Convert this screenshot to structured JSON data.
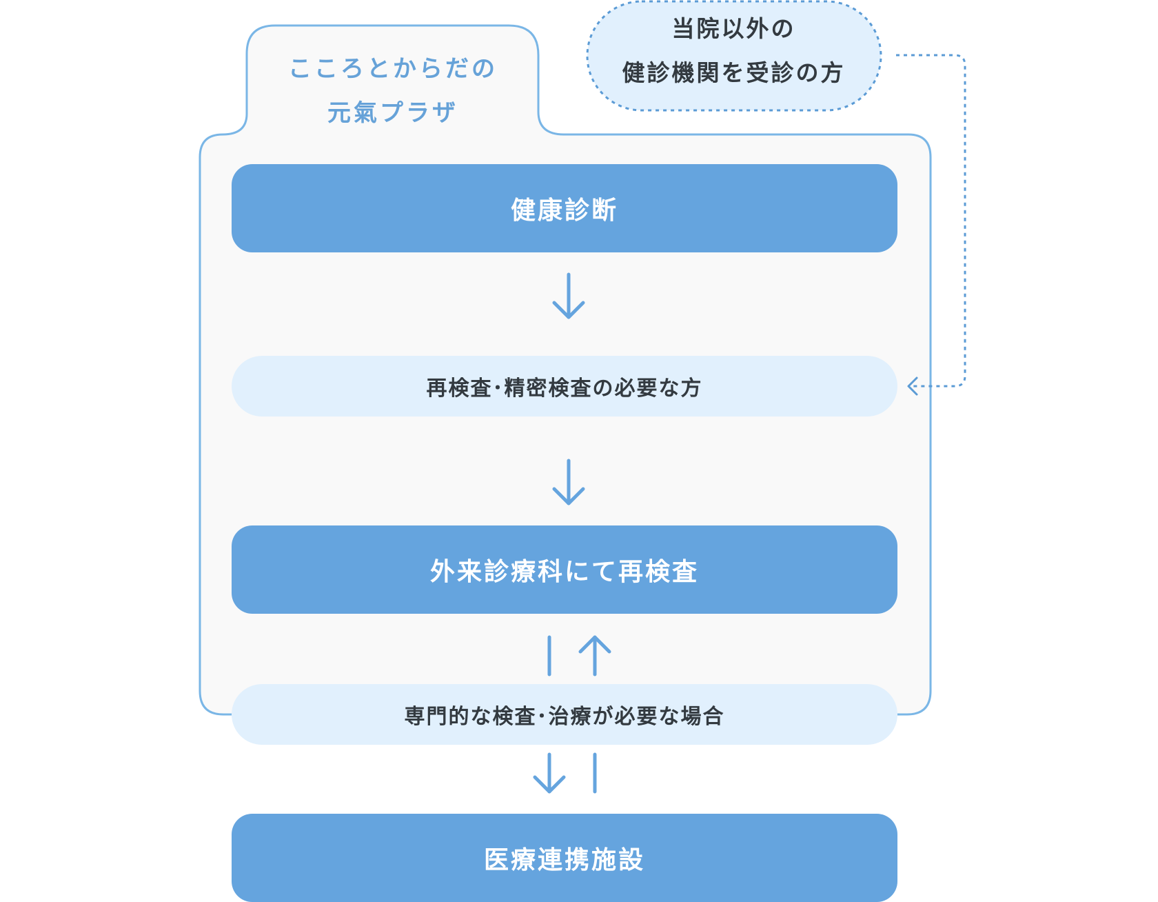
{
  "plaza": {
    "tab_label": "こころとからだの\n元氣プラザ"
  },
  "external": {
    "label": "当院以外の\n健診機関を受診の方"
  },
  "steps": [
    {
      "label": "健康診断"
    },
    {
      "label": "再検査･精密検査の必要な方"
    },
    {
      "label": "外来診療科にて再検査"
    },
    {
      "label": "専門的な検査･治療が必要な場合"
    },
    {
      "label": "医療連携施設"
    }
  ],
  "colors": {
    "primary": "#65a4de",
    "light": "#e1f0fd",
    "outline": "#7ab6e6",
    "panel": "#f9f9f9",
    "text_dark": "#333a40",
    "text_accent": "#66a2d8"
  },
  "icons": [
    "arrow-down-icon",
    "arrow-up-icon",
    "arrow-left-icon"
  ]
}
